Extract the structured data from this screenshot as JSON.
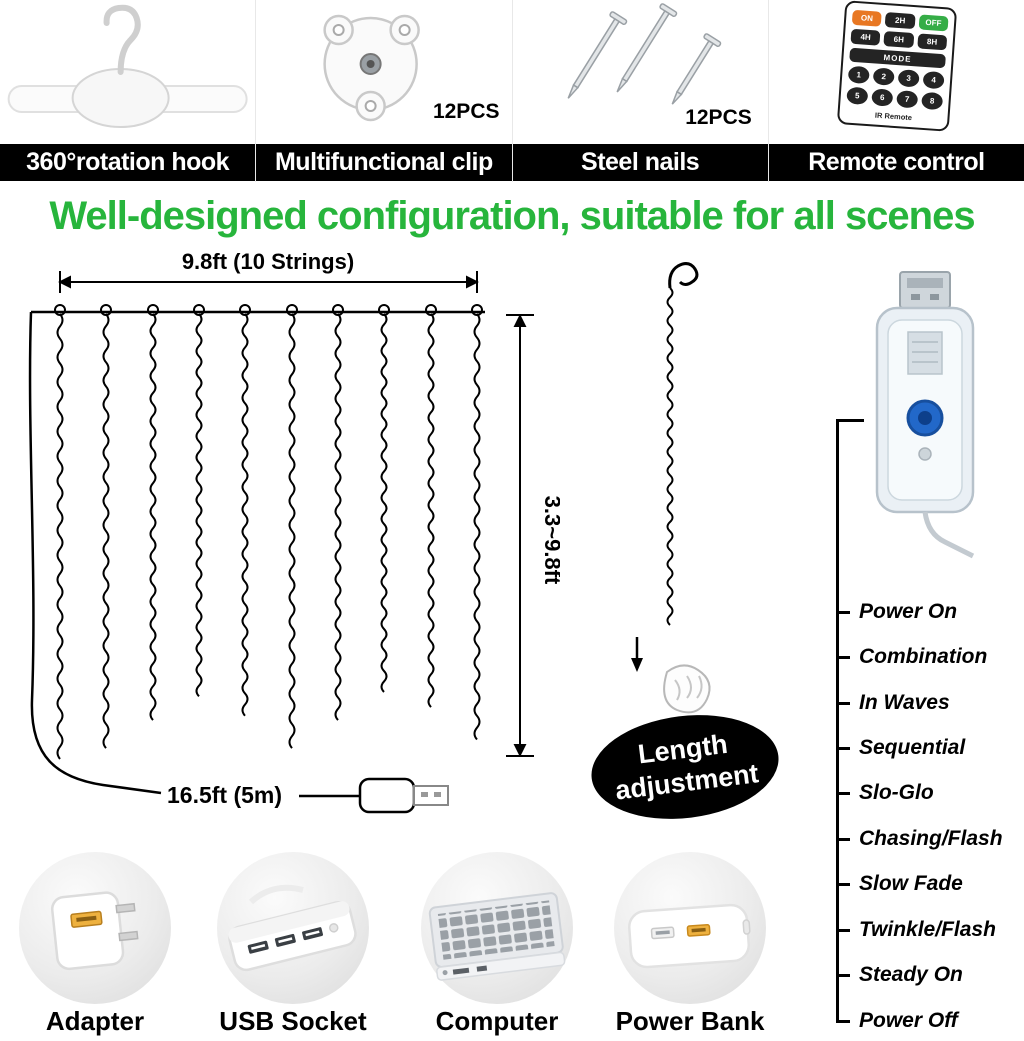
{
  "colors": {
    "headline-green": "#27b53c",
    "bar-black": "#000000",
    "btn-orange": "#e87722",
    "btn-green": "#35ad46",
    "controller-blue": "#2268c9",
    "port-orange": "#eeb13f"
  },
  "accessories": [
    {
      "label": "360°rotation hook",
      "badge": ""
    },
    {
      "label": "Multifunctional clip",
      "badge": "12PCS"
    },
    {
      "label": "Steel nails",
      "badge": "12PCS"
    },
    {
      "label": "Remote control",
      "badge": ""
    }
  ],
  "headline": "Well-designed configuration, suitable for all scenes",
  "dimensions": {
    "width": "9.8ft (10 Strings)",
    "drop": "3.3~9.8ft",
    "lead": "16.5ft (5m)"
  },
  "length_adjustment": {
    "line1": "Length",
    "line2": "adjustment"
  },
  "remote": {
    "on": "ON",
    "off": "OFF",
    "timers": [
      "2H",
      "4H",
      "6H",
      "8H"
    ],
    "mode": "MODE",
    "digits": [
      "1",
      "2",
      "3",
      "4",
      "5",
      "6",
      "7",
      "8"
    ],
    "ir": "IR Remote"
  },
  "modes": [
    "Power On",
    "Combination",
    "In Waves",
    "Sequential",
    "Slo-Glo",
    "Chasing/Flash",
    "Slow Fade",
    "Twinkle/Flash",
    "Steady On",
    "Power Off"
  ],
  "power_sources": [
    "Adapter",
    "USB Socket",
    "Computer",
    "Power Bank"
  ]
}
